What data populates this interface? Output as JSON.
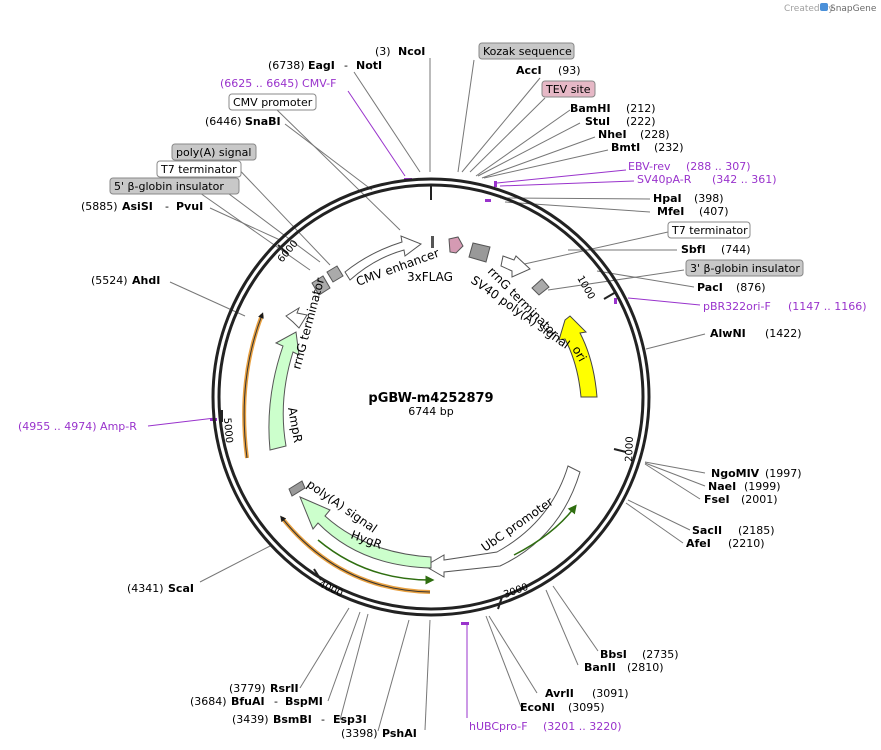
{
  "credit": {
    "created_by": "Created by",
    "brand": "SnapGene"
  },
  "plasmid": {
    "name": "pGBW-m4252879",
    "length": "6744 bp"
  },
  "ticks": [
    "1000",
    "2000",
    "3000",
    "4000",
    "5000",
    "6000"
  ],
  "features": {
    "cmv_enhancer": "CMV enhancer",
    "flag": "3xFLAG",
    "sv40": "SV40 poly(A) signal",
    "rrng1": "rrnG terminator",
    "ori": "ori",
    "ubc": "UbC promoter",
    "hygr": "HygR",
    "polya": "poly(A) signal",
    "ampr": "AmpR",
    "rrng2": "rrnG terminator"
  },
  "sites": {
    "ncoi": {
      "pos": "(3)",
      "name": "NcoI"
    },
    "eagi": {
      "pos": "(6738)",
      "name": "EagI",
      "sep": "- ",
      "name2": "NotI"
    },
    "kozak": {
      "name": "Kozak sequence"
    },
    "acci": {
      "name": "AccI",
      "pos": "(93)"
    },
    "cmvf": {
      "text": "(6625 .. 6645)  CMV-F"
    },
    "tev": {
      "name": "TEV site"
    },
    "cmvp": {
      "name": "CMV promoter"
    },
    "bamhi": {
      "name": "BamHI",
      "pos": "(212)"
    },
    "stui": {
      "name": "StuI",
      "pos": "(222)"
    },
    "snabi": {
      "pos": "(6446)",
      "name": "SnaBI"
    },
    "nhei": {
      "name": "NheI",
      "pos": "(228)"
    },
    "bmti": {
      "name": "BmtI",
      "pos": "(232)"
    },
    "polyasig": {
      "name": "poly(A) signal"
    },
    "ebv": {
      "name": "EBV-rev",
      "pos": "(288 .. 307)"
    },
    "t7a": {
      "name": "T7 terminator"
    },
    "sv40pa": {
      "name": "SV40pA-R",
      "pos": "(342 .. 361)"
    },
    "bglobin5": {
      "name": "5' β-globin insulator"
    },
    "hpai": {
      "name": "HpaI",
      "pos": "(398)"
    },
    "asisi": {
      "pos": "(5885)",
      "name": "AsiSI",
      "sep": "- ",
      "name2": "PvuI"
    },
    "mfei": {
      "name": "MfeI",
      "pos": "(407)"
    },
    "t7b": {
      "name": "T7 terminator"
    },
    "sbfi": {
      "name": "SbfI",
      "pos": "(744)"
    },
    "bglobin3": {
      "name": "3' β-globin insulator"
    },
    "ahdi": {
      "pos": "(5524)",
      "name": "AhdI"
    },
    "paci": {
      "name": "PacI",
      "pos": "(876)"
    },
    "pbr": {
      "name": "pBR322ori-F",
      "pos": "(1147 .. 1166)"
    },
    "alwni": {
      "name": "AlwNI",
      "pos": "(1422)"
    },
    "ampr": {
      "text": "(4955 .. 4974)  Amp-R"
    },
    "ngomiv": {
      "name": "NgoMIV",
      "pos": "(1997)"
    },
    "naei": {
      "name": "NaeI",
      "pos": "(1999)"
    },
    "fsei": {
      "name": "FseI",
      "pos": "(2001)"
    },
    "sacii": {
      "name": "SacII",
      "pos": "(2185)"
    },
    "afei": {
      "name": "AfeI",
      "pos": "(2210)"
    },
    "scai": {
      "pos": "(4341)",
      "name": "ScaI"
    },
    "bbsi": {
      "name": "BbsI",
      "pos": "(2735)"
    },
    "banii": {
      "name": "BanII",
      "pos": "(2810)"
    },
    "rsrii": {
      "pos": "(3779)",
      "name": "RsrII"
    },
    "bfuai": {
      "pos": "(3684)",
      "name": "BfuAI",
      "sep": "- ",
      "name2": "BspMI"
    },
    "avrii": {
      "name": "AvrII",
      "pos": "(3091)"
    },
    "bsmbi": {
      "pos": "(3439)",
      "name": "BsmBI",
      "sep": "- ",
      "name2": "Esp3I"
    },
    "econi": {
      "name": "EcoNI",
      "pos": "(3095)"
    },
    "pshai": {
      "pos": "(3398)",
      "name": "PshAI"
    },
    "hubc": {
      "name": "hUBCpro-F",
      "pos": "(3201 .. 3220)"
    }
  },
  "colors": {
    "primer": "#9933cc",
    "ori": "#ffff00",
    "resistance": "#ccffcc",
    "tev": "#e6b8c6",
    "kozak": "#c8c8c8",
    "orf": "#e8a040",
    "orf2": "#44aa22"
  }
}
